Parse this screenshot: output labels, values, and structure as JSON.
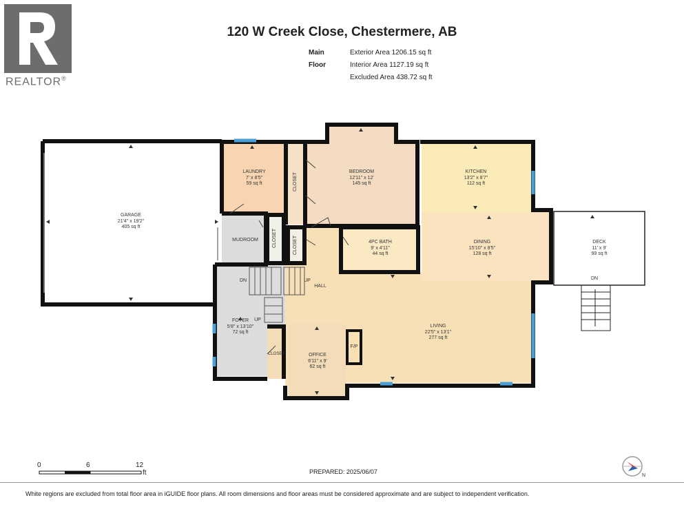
{
  "title": "120 W Creek Close, Chestermere, AB",
  "floor": {
    "name": "Main Floor",
    "exterior_area": "Exterior Area 1206.15 sq ft",
    "interior_area": "Interior Area 1127.19 sq ft",
    "excluded_area": "Excluded Area 438.72 sq ft"
  },
  "logo": {
    "text": "REALTOR",
    "mark": "®"
  },
  "rooms": {
    "garage": {
      "name": "GARAGE",
      "dims": "21'4\" x 19'2\"",
      "area": "405 sq ft"
    },
    "laundry": {
      "name": "LAUNDRY",
      "dims": "7' x 8'5\"",
      "area": "59 sq ft"
    },
    "bedroom": {
      "name": "BEDROOM",
      "dims": "12'11\" x 12'",
      "area": "145 sq ft"
    },
    "kitchen": {
      "name": "KITCHEN",
      "dims": "13'2\" x 8'7\"",
      "area": "112 sq ft"
    },
    "deck": {
      "name": "DECK",
      "dims": "11' x 9'",
      "area": "99 sq ft"
    },
    "bath": {
      "name": "4PC BATH",
      "dims": "9' x 4'11\"",
      "area": "44 sq ft"
    },
    "dining": {
      "name": "DINING",
      "dims": "15'10\" x 8'5\"",
      "area": "128 sq ft"
    },
    "foyer": {
      "name": "FOYER",
      "dims": "5'8\" x 13'10\"",
      "area": "72 sq ft"
    },
    "living": {
      "name": "LIVING",
      "dims": "22'5\" x 13'1\"",
      "area": "277 sq ft"
    },
    "office": {
      "name": "OFFICE",
      "dims": "6'11\" x 9'",
      "area": "62 sq ft"
    }
  },
  "labels": {
    "mudroom": "MUDROOM",
    "closet": "CLOSET",
    "hall": "HALL",
    "fp": "F/P",
    "up": "UP",
    "dn": "DN"
  },
  "scale": {
    "t0": "0",
    "t1": "6",
    "t2": "12",
    "unit": "ft"
  },
  "prepared": "PREPARED: 2025/06/07",
  "footer": "White regions are excluded from total floor area in iGUIDE floor plans. All room dimensions and floor areas must be considered approximate and are subject to independent verification.",
  "colors": {
    "wall": "#111111",
    "bedroom": "#f3dcc2",
    "kitchen": "#fbebb8",
    "dining": "#fbe3c0",
    "living": "#f8e0b6",
    "mudroom": "#dcdcdc",
    "window": "#4b9fd6"
  }
}
